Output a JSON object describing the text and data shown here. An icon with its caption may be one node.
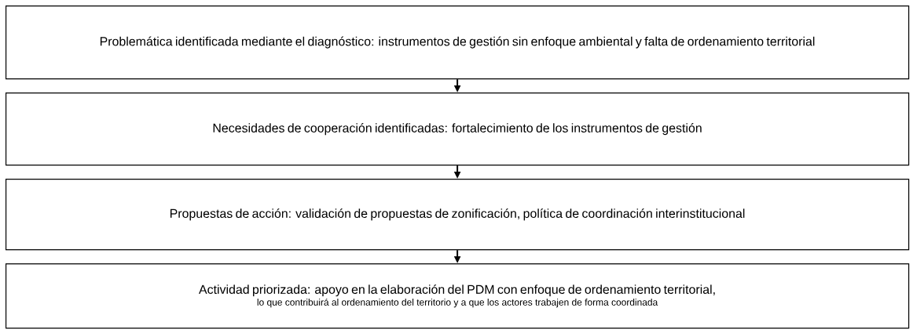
{
  "diagram": {
    "nodes": [
      {
        "text": [
          "Problemática identificada mediante el diagnóstico: instrumentos de gestión sin enfoque ambiental y falta de ordenamiento territorial"
        ]
      },
      {
        "text": [
          "Necesidades de cooperación identificadas: fortalecimiento de los instrumentos de gestión"
        ]
      },
      {
        "text": [
          "Propuestas de acción: validación de propuestas de zonificación, política de coordinación interinstitucional"
        ]
      },
      {
        "text": [
          "Actividad priorizada: apoyo en la elaboración del PDM con enfoque de ordenamiento territorial,",
          "lo que contribuirá al ordenamiento del territorio y a que los actores trabajen de forma coordinada"
        ]
      }
    ],
    "edges": [
      {
        "from": 0,
        "to": 1,
        "arrow": "to"
      },
      {
        "from": 1,
        "to": 2,
        "arrow": "to"
      },
      {
        "from": 2,
        "to": 3,
        "arrow": "to"
      }
    ]
  }
}
